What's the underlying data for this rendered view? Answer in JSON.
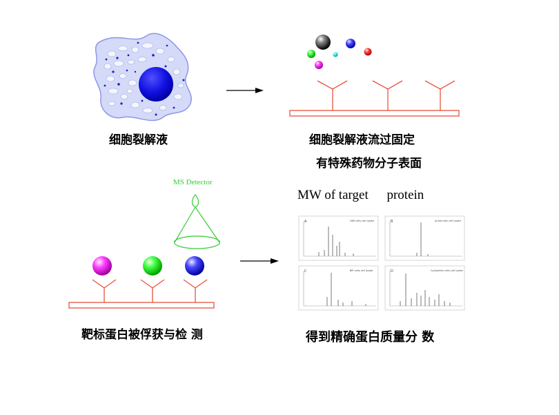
{
  "labels": {
    "cell_lysate": "细胞裂解液",
    "flow_line1": "细胞裂解液流过固定",
    "flow_line2": "有特殊药物分子表面",
    "captured": "靶标蛋白被俘获与检 测",
    "result": "得到精确蛋白质量分 数",
    "detector": "MS Detector",
    "mw_title_part1": "MW of target",
    "mw_title_part2": "protein"
  },
  "spectra_panels": [
    {
      "letter": "A",
      "caption": "HEK cells cell lysate"
    },
    {
      "letter": "B",
      "caption": "Jurkat cells cell lysate"
    },
    {
      "letter": "C",
      "caption": "BIP cells cell lysate"
    },
    {
      "letter": "D",
      "caption": "Cyclophilin cells cell lysate"
    }
  ],
  "colors": {
    "antibody": "#e8503c",
    "cell_body": "#d4daf7",
    "nucleus": "#1414e6",
    "detector": "#22cc22",
    "arrow": "#000000"
  }
}
